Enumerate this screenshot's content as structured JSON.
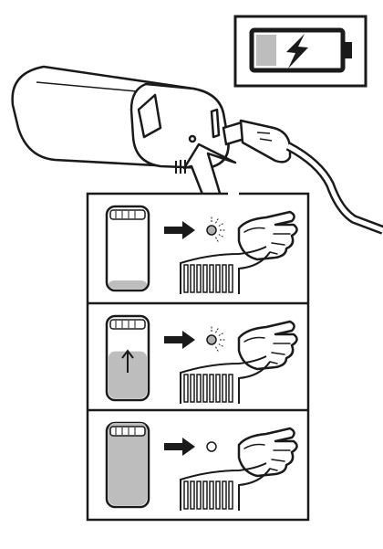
{
  "diagram": {
    "charge_level_fractions": [
      0.12,
      0.58,
      1.0
    ],
    "led_states": [
      "blinking",
      "blinking",
      "off"
    ],
    "colors": {
      "ink": "#1a1a1a",
      "charge_fill": "#bdbdbd",
      "background": "#ffffff",
      "led_lit": "#b0b0b0"
    },
    "icons": [
      "battery-icon",
      "lightning-icon",
      "usb-cable-icon",
      "pointing-hand-icon",
      "arrow-right-icon"
    ]
  }
}
